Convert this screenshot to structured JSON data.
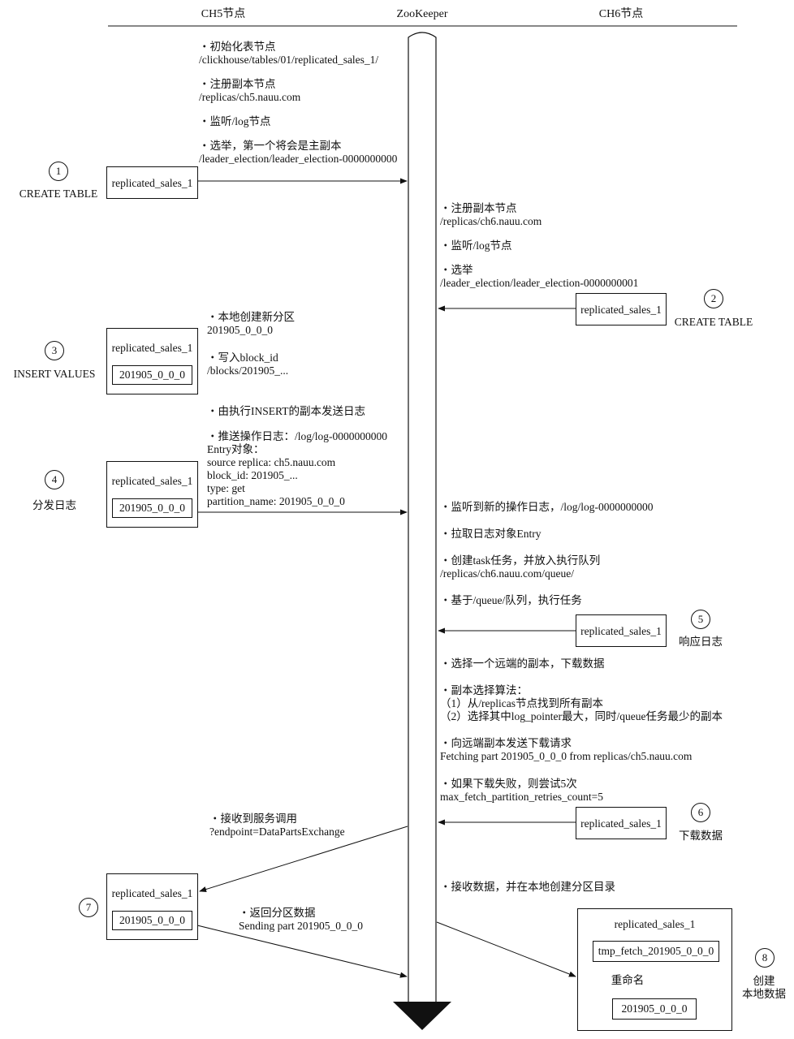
{
  "headers": {
    "ch5": "CH5节点",
    "zk": "ZooKeeper",
    "ch6": "CH6节点"
  },
  "table_name": "replicated_sales_1",
  "partition": "201905_0_0_0",
  "tmp_partition": "tmp_fetch_201905_0_0_0",
  "rename_label": "重命名",
  "steps": [
    {
      "num": "1",
      "label": "CREATE TABLE"
    },
    {
      "num": "2",
      "label": "CREATE TABLE"
    },
    {
      "num": "3",
      "label": "INSERT VALUES"
    },
    {
      "num": "4",
      "label": "分发日志"
    },
    {
      "num": "5",
      "label": "响应日志"
    },
    {
      "num": "6",
      "label": "下载数据"
    },
    {
      "num": "7",
      "label": ""
    },
    {
      "num": "8",
      "label": "创建\n本地数据"
    }
  ],
  "notes": {
    "n1": "・初始化表节点\n/clickhouse/tables/01/replicated_sales_1/",
    "n2": "・注册副本节点\n/replicas/ch5.nauu.com",
    "n3": "・监听/log节点",
    "n4": "・选举，第一个将会是主副本\n/leader_election/leader_election-0000000000",
    "n5": "・注册副本节点\n/replicas/ch6.nauu.com",
    "n6": "・监听/log节点",
    "n7": "・选举\n/leader_election/leader_election-0000000001",
    "n8": "・本地创建新分区\n201905_0_0_0",
    "n9": "・写入block_id\n/blocks/201905_...",
    "n10": "・由执行INSERT的副本发送日志",
    "n11": "・推送操作日志：/log/log-0000000000\nEntry对象：\nsource replica: ch5.nauu.com\nblock_id: 201905_...\ntype: get\npartition_name: 201905_0_0_0",
    "n12": "・监听到新的操作日志，/log/log-0000000000",
    "n13": "・拉取日志对象Entry",
    "n14": "・创建task任务，并放入执行队列\n/replicas/ch6.nauu.com/queue/",
    "n15": "・基于/queue/队列，执行任务",
    "n16": "・选择一个远端的副本，下载数据",
    "n17": "・副本选择算法：\n（1）从/replicas节点找到所有副本\n（2）选择其中log_pointer最大，同时/queue任务最少的副本",
    "n18": "・向远端副本发送下载请求\nFetching part 201905_0_0_0 from replicas/ch5.nauu.com",
    "n19": "・如果下载失败，则尝试5次\nmax_fetch_partition_retries_count=5",
    "n20": "・接收到服务调用\n?endpoint=DataPartsExchange",
    "n21": "・接收数据，并在本地创建分区目录",
    "n22": "・返回分区数据\nSending part 201905_0_0_0"
  }
}
